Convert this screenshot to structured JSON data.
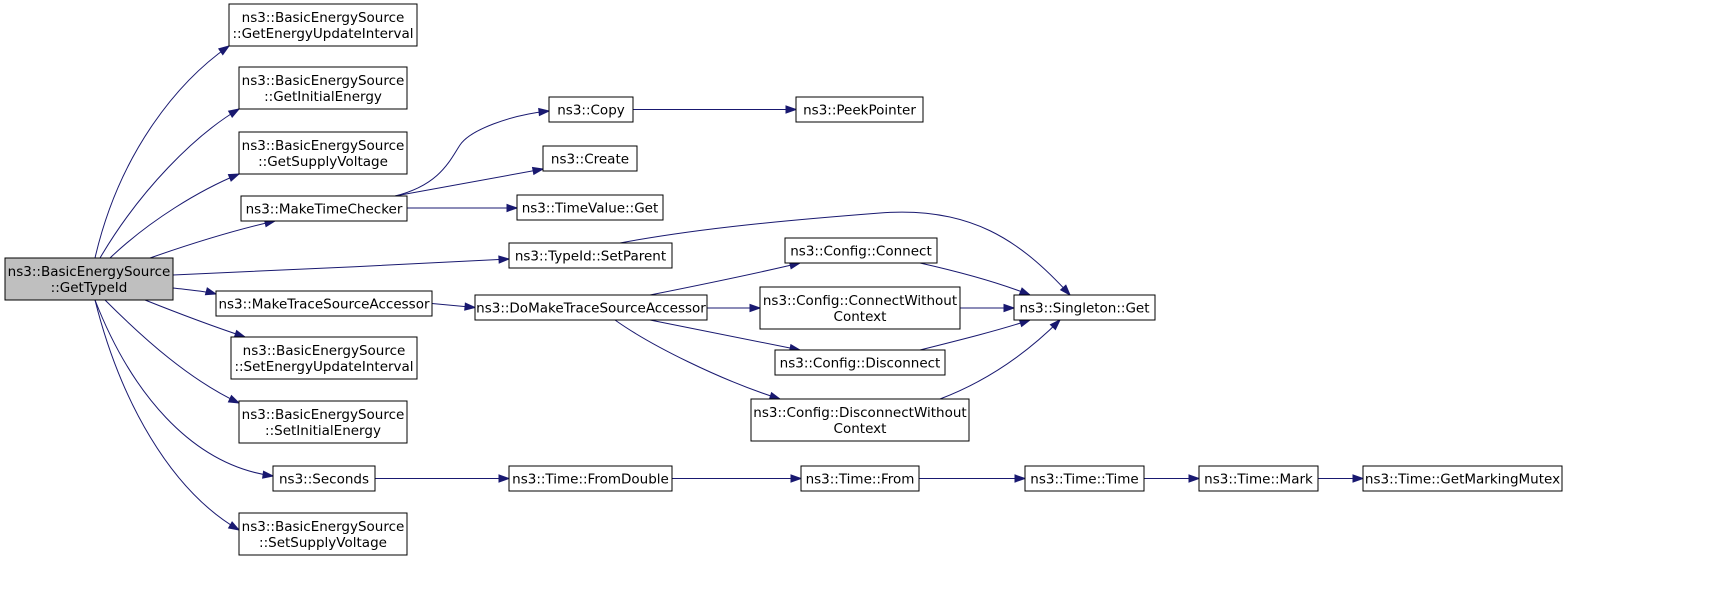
{
  "diagram": {
    "type": "call-graph",
    "nodes": [
      {
        "id": "root",
        "lines": [
          "ns3::BasicEnergySource",
          "::GetTypeId"
        ],
        "highlight": true
      },
      {
        "id": "n1",
        "lines": [
          "ns3::BasicEnergySource",
          "::GetEnergyUpdateInterval"
        ]
      },
      {
        "id": "n2",
        "lines": [
          "ns3::BasicEnergySource",
          "::GetInitialEnergy"
        ]
      },
      {
        "id": "n3",
        "lines": [
          "ns3::BasicEnergySource",
          "::GetSupplyVoltage"
        ]
      },
      {
        "id": "n4",
        "lines": [
          "ns3::MakeTimeChecker"
        ]
      },
      {
        "id": "n5",
        "lines": [
          "ns3::TypeId::SetParent"
        ]
      },
      {
        "id": "n6",
        "lines": [
          "ns3::MakeTraceSourceAccessor"
        ]
      },
      {
        "id": "n7",
        "lines": [
          "ns3::BasicEnergySource",
          "::SetEnergyUpdateInterval"
        ]
      },
      {
        "id": "n8",
        "lines": [
          "ns3::BasicEnergySource",
          "::SetInitialEnergy"
        ]
      },
      {
        "id": "n9",
        "lines": [
          "ns3::Seconds"
        ]
      },
      {
        "id": "n10",
        "lines": [
          "ns3::BasicEnergySource",
          "::SetSupplyVoltage"
        ]
      },
      {
        "id": "n11",
        "lines": [
          "ns3::Copy"
        ]
      },
      {
        "id": "n12",
        "lines": [
          "ns3::PeekPointer"
        ]
      },
      {
        "id": "n13",
        "lines": [
          "ns3::Create"
        ]
      },
      {
        "id": "n14",
        "lines": [
          "ns3::TimeValue::Get"
        ]
      },
      {
        "id": "n15",
        "lines": [
          "ns3::Singleton::Get"
        ]
      },
      {
        "id": "n16",
        "lines": [
          "ns3::DoMakeTraceSourceAccessor"
        ]
      },
      {
        "id": "n17",
        "lines": [
          "ns3::Config::Connect"
        ]
      },
      {
        "id": "n18",
        "lines": [
          "ns3::Config::ConnectWithout",
          "Context"
        ]
      },
      {
        "id": "n19",
        "lines": [
          "ns3::Config::Disconnect"
        ]
      },
      {
        "id": "n20",
        "lines": [
          "ns3::Config::DisconnectWithout",
          "Context"
        ]
      },
      {
        "id": "n21",
        "lines": [
          "ns3::Time::FromDouble"
        ]
      },
      {
        "id": "n22",
        "lines": [
          "ns3::Time::From"
        ]
      },
      {
        "id": "n23",
        "lines": [
          "ns3::Time::Time"
        ]
      },
      {
        "id": "n24",
        "lines": [
          "ns3::Time::Mark"
        ]
      },
      {
        "id": "n25",
        "lines": [
          "ns3::Time::GetMarkingMutex"
        ]
      }
    ],
    "edges": [
      [
        "root",
        "n1"
      ],
      [
        "root",
        "n2"
      ],
      [
        "root",
        "n3"
      ],
      [
        "root",
        "n4"
      ],
      [
        "root",
        "n5"
      ],
      [
        "root",
        "n6"
      ],
      [
        "root",
        "n7"
      ],
      [
        "root",
        "n8"
      ],
      [
        "root",
        "n9"
      ],
      [
        "root",
        "n10"
      ],
      [
        "n4",
        "n11"
      ],
      [
        "n4",
        "n13"
      ],
      [
        "n4",
        "n14"
      ],
      [
        "n11",
        "n12"
      ],
      [
        "n5",
        "n15"
      ],
      [
        "n6",
        "n16"
      ],
      [
        "n16",
        "n17"
      ],
      [
        "n16",
        "n18"
      ],
      [
        "n16",
        "n19"
      ],
      [
        "n16",
        "n20"
      ],
      [
        "n17",
        "n15"
      ],
      [
        "n18",
        "n15"
      ],
      [
        "n19",
        "n15"
      ],
      [
        "n20",
        "n15"
      ],
      [
        "n9",
        "n21"
      ],
      [
        "n21",
        "n22"
      ],
      [
        "n22",
        "n23"
      ],
      [
        "n23",
        "n24"
      ],
      [
        "n24",
        "n25"
      ]
    ],
    "colors": {
      "edge": "#191970",
      "highlight_fill": "#bfbfbf",
      "node_fill": "#ffffff",
      "border": "#000000"
    }
  }
}
